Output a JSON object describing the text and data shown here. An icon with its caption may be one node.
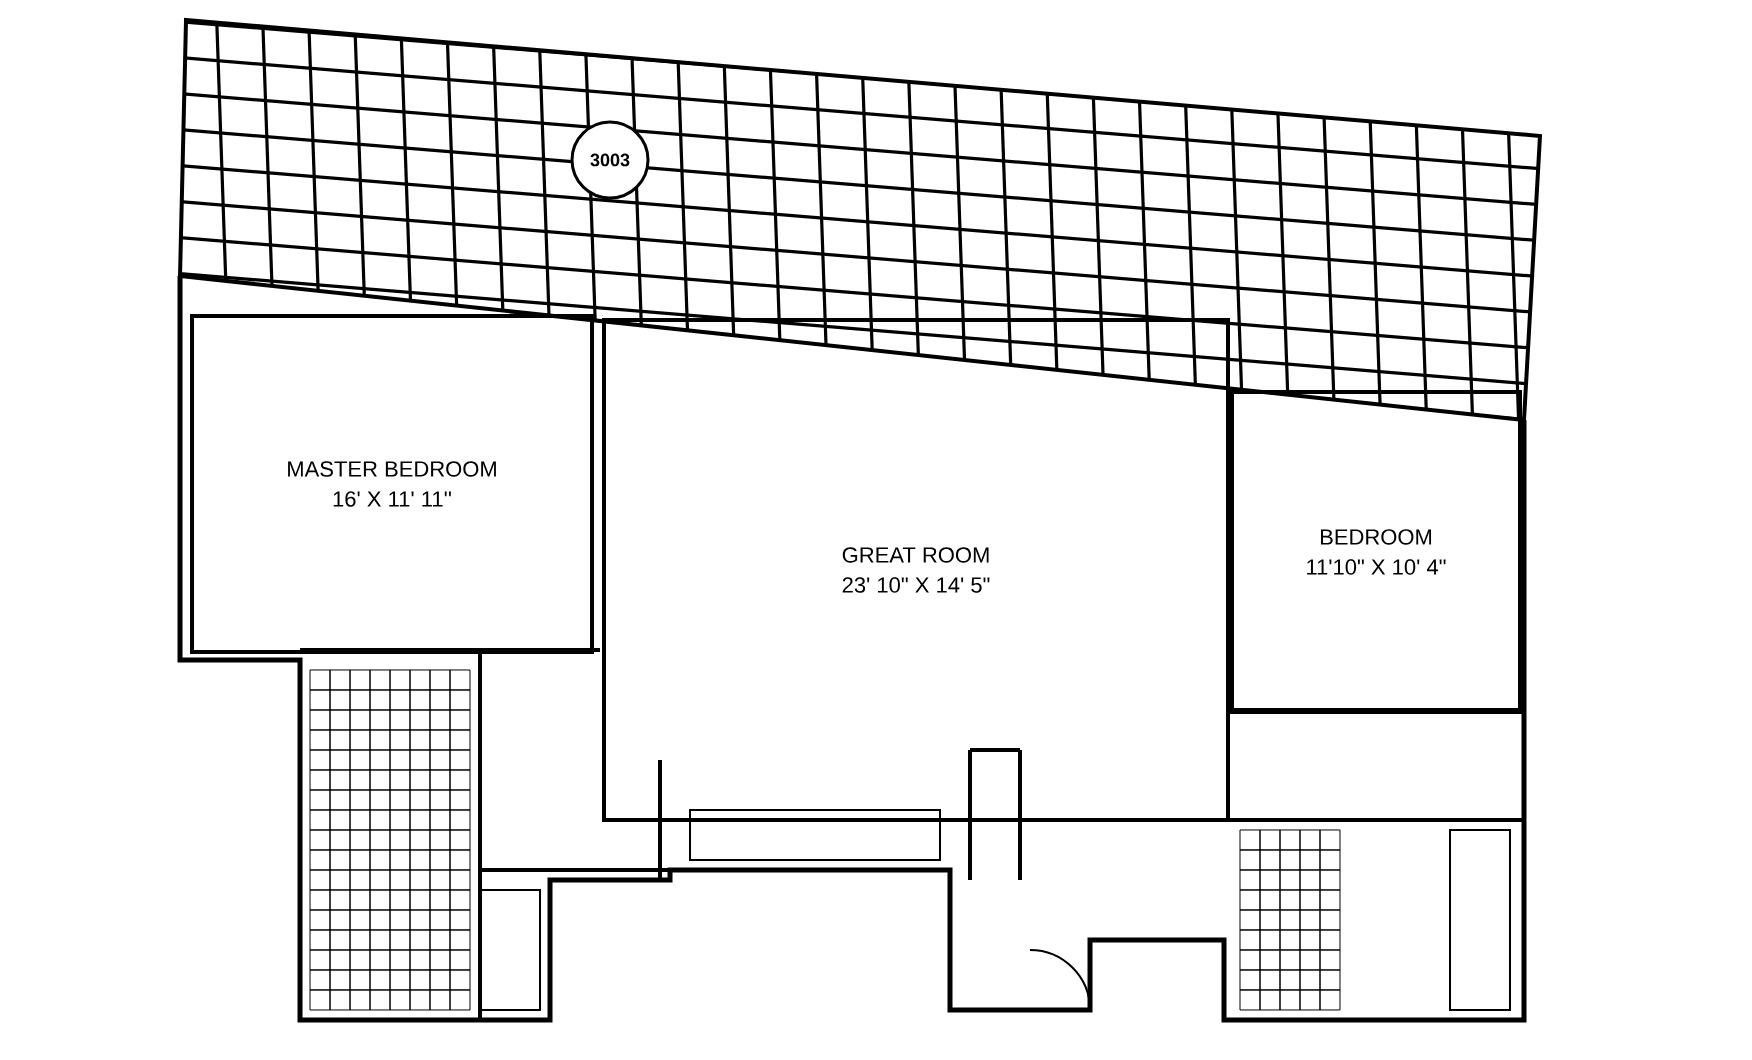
{
  "diagram": {
    "nodes": [
      {
        "text": [
          "3003"
        ]
      },
      {
        "text": [
          "MASTER BEDROOM",
          "16' X 11' 11''"
        ]
      },
      {
        "text": [
          "GREAT ROOM",
          "23' 10\" X 14' 5\""
        ]
      },
      {
        "text": [
          "BEDROOM",
          "11'10\" X 10' 4\""
        ]
      }
    ]
  }
}
